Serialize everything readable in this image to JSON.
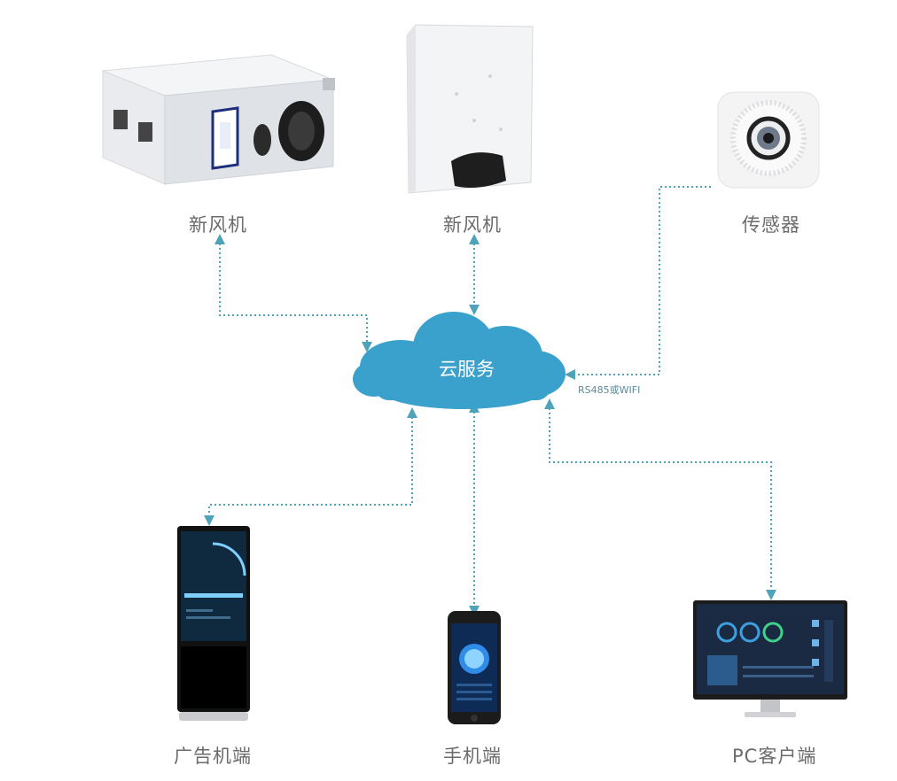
{
  "nodes": {
    "fresh_air_1": "新风机",
    "fresh_air_2": "新风机",
    "sensor": "传感器",
    "cloud": "云服务",
    "ad_terminal": "广告机端",
    "phone": "手机端",
    "pc": "PC客户端"
  },
  "links": {
    "sensor_protocol": "RS485或WIFI"
  },
  "colors": {
    "link": "#4fa3b8",
    "cloud": "#3aa0cc",
    "label": "#6b6b6b"
  }
}
